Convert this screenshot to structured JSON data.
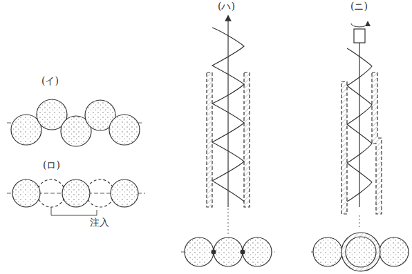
{
  "diagram": {
    "labels": [
      "(イ)",
      "(ロ)",
      "(ハ)",
      "(ニ)",
      "注入"
    ]
  }
}
